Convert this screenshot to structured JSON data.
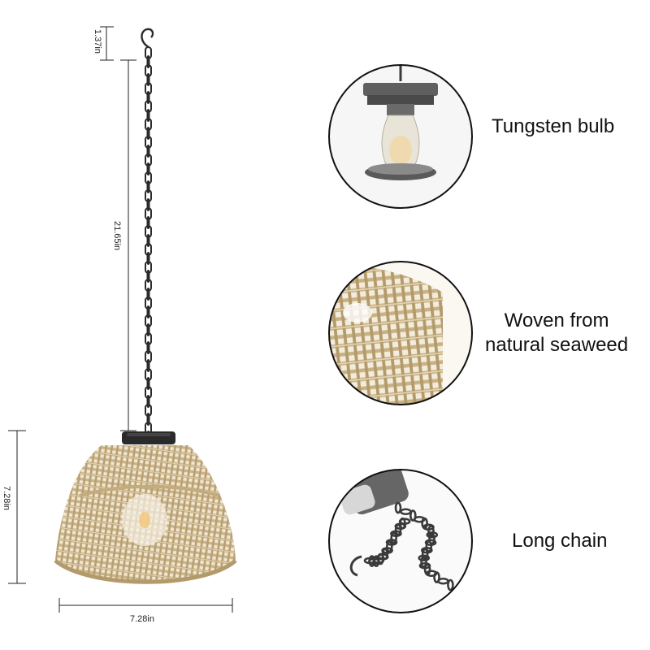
{
  "dimensions": {
    "hook_height": "1.37in",
    "chain_length": "21.65in",
    "shade_height": "7.28in",
    "shade_width": "7.28in"
  },
  "features": [
    {
      "id": "bulb",
      "lines": [
        "Tungsten bulb"
      ],
      "icon": "bulb-closeup"
    },
    {
      "id": "weave",
      "lines": [
        "Woven from",
        "natural seaweed"
      ],
      "icon": "weave-closeup"
    },
    {
      "id": "chain",
      "lines": [
        "Long chain"
      ],
      "icon": "chain-closeup"
    }
  ],
  "colors": {
    "wicker": "#cdb891",
    "wicker_dark": "#a88f63",
    "metal": "#2b2b2b",
    "cap": "#5e5e5e"
  }
}
